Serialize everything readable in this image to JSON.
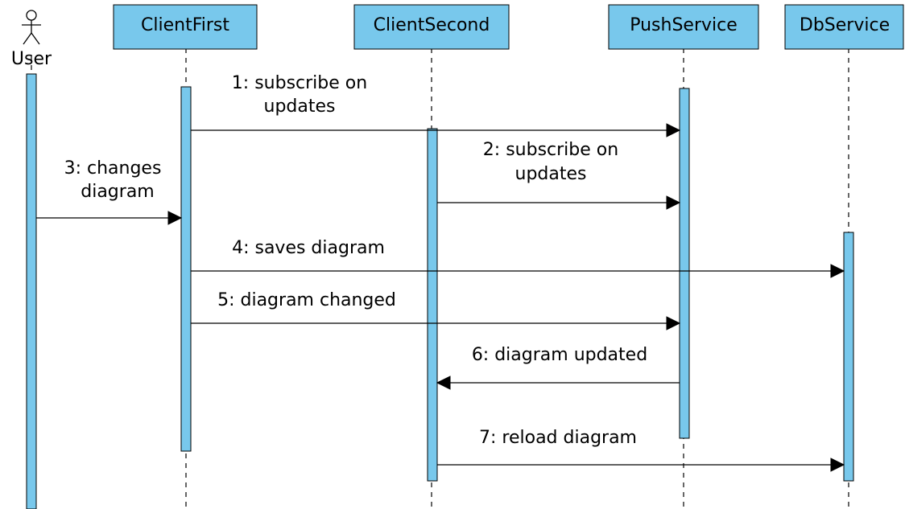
{
  "diagram": {
    "type": "UML sequence diagram",
    "actor": {
      "label": "User"
    },
    "lifelines": [
      {
        "label": "ClientFirst"
      },
      {
        "label": "ClientSecond"
      },
      {
        "label": "PushService"
      },
      {
        "label": "DbService"
      }
    ],
    "messages": [
      {
        "number": 1,
        "lines": [
          "1: subscribe on",
          "updates"
        ],
        "from": "ClientFirst",
        "to": "PushService"
      },
      {
        "number": 2,
        "lines": [
          "2: subscribe on",
          "updates"
        ],
        "from": "ClientSecond",
        "to": "PushService"
      },
      {
        "number": 3,
        "lines": [
          "3: changes",
          "diagram"
        ],
        "from": "User",
        "to": "ClientFirst"
      },
      {
        "number": 4,
        "lines": [
          "4: saves diagram"
        ],
        "from": "ClientFirst",
        "to": "DbService"
      },
      {
        "number": 5,
        "lines": [
          "5: diagram changed"
        ],
        "from": "ClientFirst",
        "to": "PushService"
      },
      {
        "number": 6,
        "lines": [
          "6: diagram updated"
        ],
        "from": "PushService",
        "to": "ClientSecond"
      },
      {
        "number": 7,
        "lines": [
          "7: reload diagram"
        ],
        "from": "ClientSecond",
        "to": "DbService"
      }
    ]
  },
  "colors": {
    "activation_fill": "#78c8ec",
    "header_fill": "#78c8ec",
    "line_color": "#000000",
    "background": "#ffffff"
  }
}
